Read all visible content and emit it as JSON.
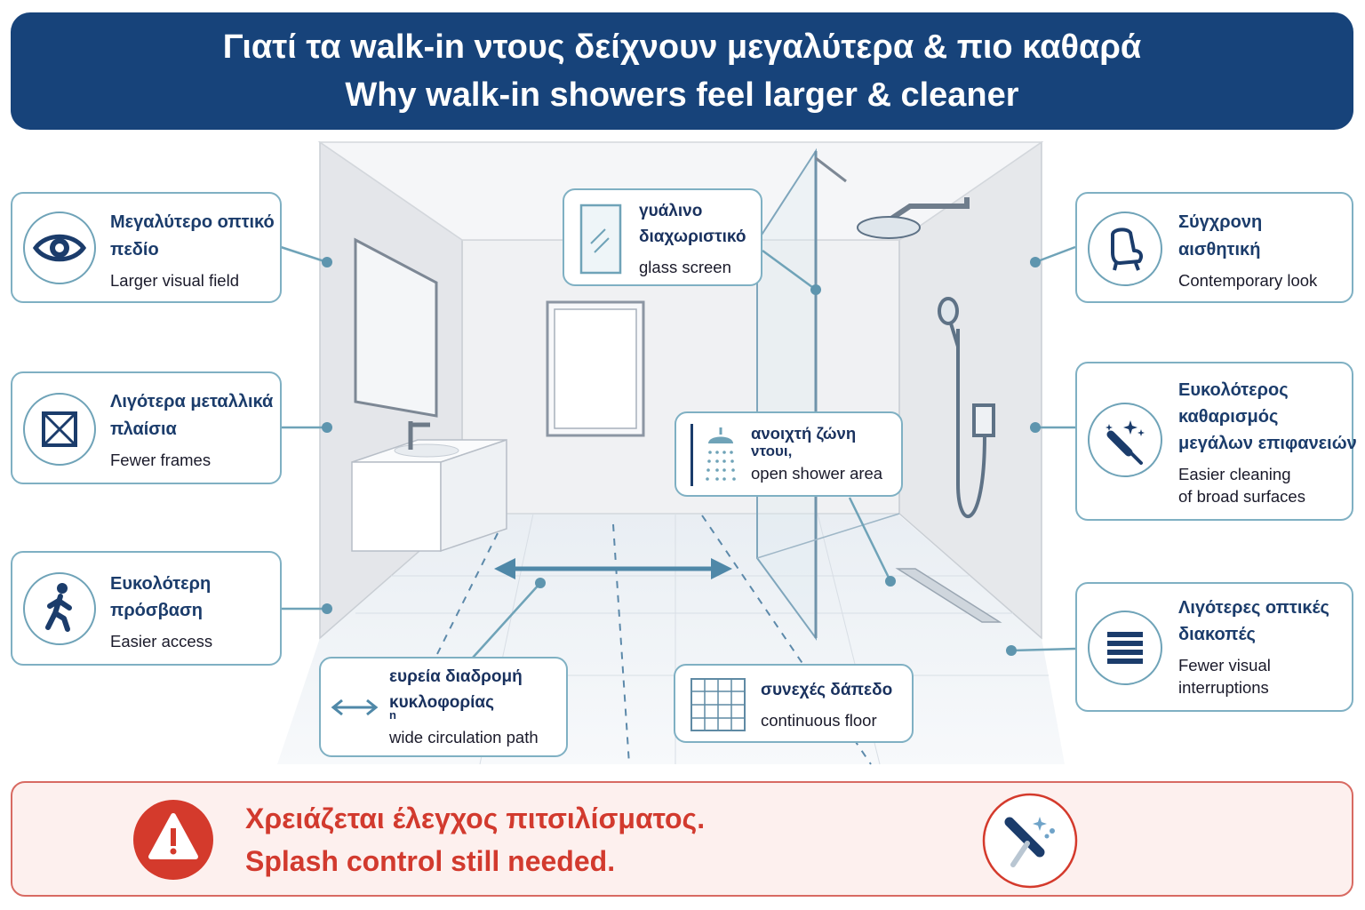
{
  "header": {
    "title_gr": "Γιατί τα walk-in ντους δείχνουν μεγαλύτερα & πιο καθαρά",
    "title_en": "Why walk-in showers feel larger & cleaner"
  },
  "left_cards": [
    {
      "gr1": "Μεγαλύτερο οπτικό",
      "gr2": "πεδίο",
      "en1": "Larger visual field",
      "icon": "eye-icon"
    },
    {
      "gr1": "Λιγότερα μεταλλικά",
      "gr2": "πλαίσια",
      "en1": "Fewer frames",
      "icon": "frame-icon"
    },
    {
      "gr1": "Ευκολότερη",
      "gr2": "πρόσβαση",
      "en1": "Easier access",
      "icon": "walking-person-icon"
    }
  ],
  "right_cards": [
    {
      "gr1": "Σύγχρονη",
      "gr2": "αισθητική",
      "en1": "Contemporary look",
      "icon": "armchair-icon"
    },
    {
      "gr1": "Ευκολότερος",
      "gr2": "καθαρισμός",
      "gr3": "μεγάλων επιφανειών",
      "en1": "Easier cleaning",
      "en2": "of broad surfaces",
      "icon": "squeegee-sparkle-icon"
    },
    {
      "gr1": "Λιγότερες οπτικές",
      "gr2": "διακοπές",
      "en1": "Fewer visual",
      "en2": "interruptions",
      "icon": "horizontal-lines-icon"
    }
  ],
  "inner_labels": {
    "glass": {
      "gr1": "γυάλινο",
      "gr2": "διαχωριστικό",
      "en": "glass screen",
      "icon": "glass-panel-icon"
    },
    "shower_area": {
      "gr1": "ανοιχτή ζώνη",
      "gr2": "ντουι,",
      "en": "open shower area",
      "icon": "shower-head-icon"
    },
    "circulation": {
      "gr1": "ευρεία διαδρομή",
      "gr2": "κυκλοφορίας",
      "gr3": "n",
      "en": "wide circulation path",
      "icon": "double-arrow-icon"
    },
    "floor": {
      "gr": "συνεχές δάπεδο",
      "en": "continuous floor",
      "icon": "tile-grid-icon"
    }
  },
  "footer": {
    "warning_gr": "Χρειάζεται έλεγχος πιτσιλίσματος.",
    "warning_en": "Splash control still needed.",
    "warning_icon": "warning-triangle-icon",
    "tool_icon": "squeegee-icon"
  },
  "colors": {
    "header_bg": "#17437a",
    "accent_teal": "#6fa3b8",
    "warning_red": "#d23a2e",
    "footer_bg": "#fdf0ee"
  }
}
